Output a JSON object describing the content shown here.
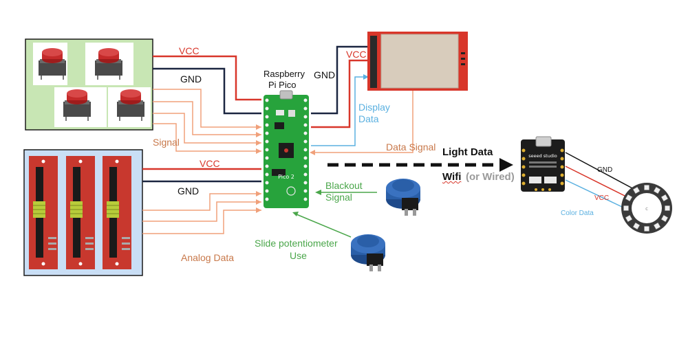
{
  "labels": {
    "vcc": "VCC",
    "gnd": "GND",
    "signal": "Signal",
    "analog_data": "Analog Data",
    "pico_line1": "Raspberry",
    "pico_line2": "Pi Pico",
    "display_data_line1": "Display",
    "display_data_line2": "Data",
    "data_signal": "Data Signal",
    "light_data": "Light Data",
    "wifi": "Wifi",
    "or_wired": "(or Wired)",
    "blackout_line1": "Blackout",
    "blackout_line2": "Signal",
    "slide_line1": "Slide potentiometer",
    "slide_line2": "Use",
    "gnd_small": "GND",
    "vcc_small": "VCC",
    "color_data": "Color Data",
    "pico_badge": "Pico 2",
    "seeed_brand": "seeed studio"
  },
  "colors": {
    "vcc_wire": "#d8362a",
    "gnd_wire": "#1a2540",
    "signal_wire": "#f0a07a",
    "display_wire": "#5ab0e0",
    "green_arrow": "#4aa64a",
    "pico_board": "#27a33c",
    "button_panel_bg": "#c8e6b4",
    "slider_panel_bg": "#c9def5",
    "slider_board": "#c8382e",
    "display_board": "#d8362a",
    "display_screen": "#d8ccbc",
    "arcade_button": "#2a5fa8",
    "neopixel_ring": "#3a3a3a"
  },
  "icons": [
    "tactile-button-icon",
    "slide-potentiometer-icon",
    "raspberry-pi-pico-icon",
    "tft-display-icon",
    "arcade-button-icon",
    "xiao-board-icon",
    "neopixel-ring-icon"
  ]
}
